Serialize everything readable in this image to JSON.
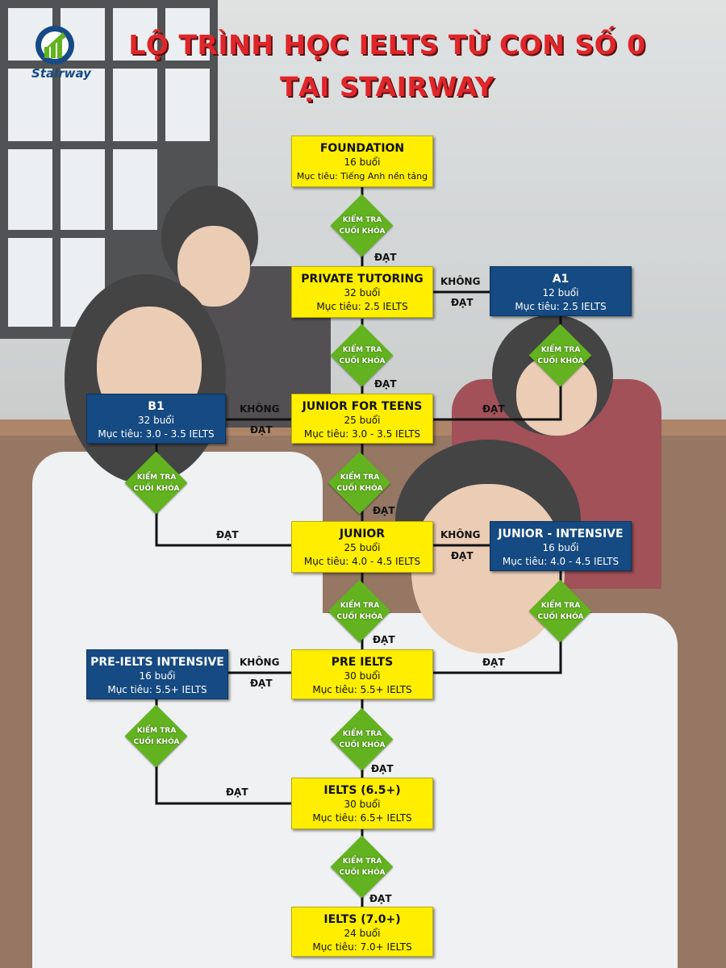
{
  "brand": {
    "name": "Stairway"
  },
  "title": {
    "line1": "LỘ TRÌNH HỌC IELTS TỪ CON SỐ 0",
    "line2": "TẠI STAIRWAY"
  },
  "colors": {
    "title": "#e0262a",
    "yellow_box": "#ffee00",
    "blue_box": "#154a82",
    "diamond": "#62b31f",
    "line": "#111111"
  },
  "check": {
    "line1": "KIỂM TRA",
    "line2": "CUỐI KHÓA"
  },
  "edges": {
    "pass": "ĐẠT",
    "fail": "KHÔNG"
  },
  "courses": {
    "foundation": {
      "name": "FOUNDATION",
      "sessions": "16 buổi",
      "goal": "Mục tiêu: Tiếng Anh nền tảng"
    },
    "private": {
      "name": "PRIVATE TUTORING",
      "sessions": "32 buổi",
      "goal": "Mục tiêu: 2.5 IELTS"
    },
    "a1": {
      "name": "A1",
      "sessions": "12 buổi",
      "goal": "Mục tiêu: 2.5 IELTS"
    },
    "b1": {
      "name": "B1",
      "sessions": "32 buổi",
      "goal": "Mục tiêu: 3.0 - 3.5 IELTS"
    },
    "teens": {
      "name": "JUNIOR FOR TEENS",
      "sessions": "25 buổi",
      "goal": "Mục tiêu: 3.0 - 3.5 IELTS"
    },
    "junior": {
      "name": "JUNIOR",
      "sessions": "25 buổi",
      "goal": "Mục tiêu: 4.0 - 4.5 IELTS"
    },
    "junior_int": {
      "name": "JUNIOR - INTENSIVE",
      "sessions": "16 buổi",
      "goal": "Mục tiêu: 4.0 - 4.5 IELTS"
    },
    "pre_int": {
      "name": "PRE-IELTS INTENSIVE",
      "sessions": "16 buổi",
      "goal": "Mục tiêu: 5.5+ IELTS"
    },
    "pre": {
      "name": "PRE IELTS",
      "sessions": "30 buổi",
      "goal": "Mục tiêu: 5.5+ IELTS"
    },
    "ielts65": {
      "name": "IELTS (6.5+)",
      "sessions": "30 buổi",
      "goal": "Mục tiêu: 6.5+ IELTS"
    },
    "ielts70": {
      "name": "IELTS (7.0+)",
      "sessions": "24 buổi",
      "goal": "Mục tiêu: 7.0+ IELTS"
    }
  }
}
